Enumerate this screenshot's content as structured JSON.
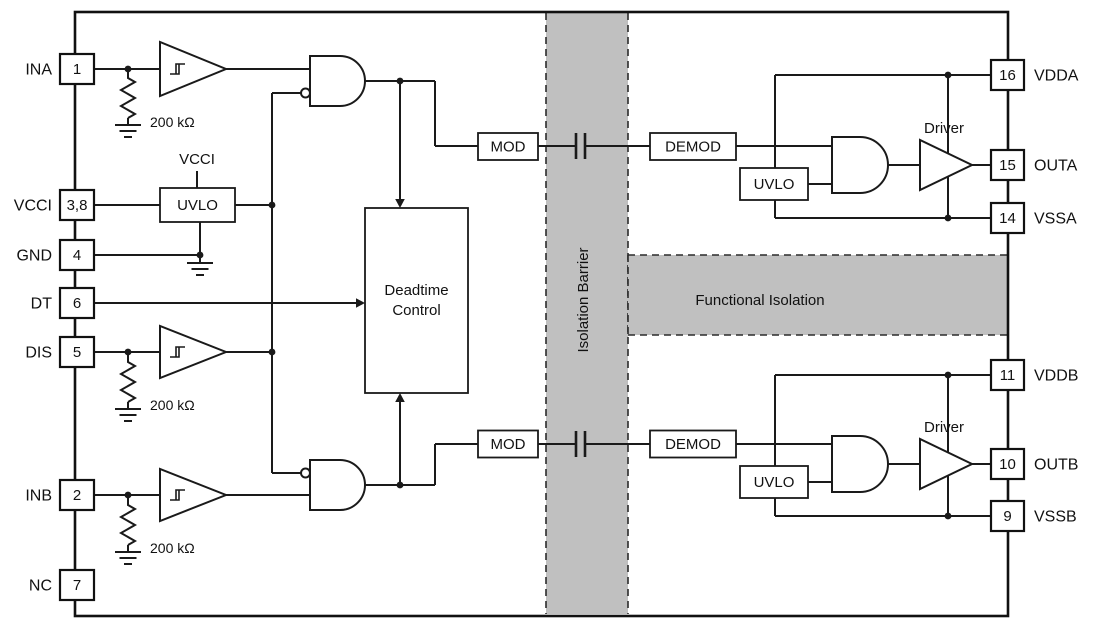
{
  "diagram": {
    "left_pins": [
      {
        "name": "INA",
        "number": "1"
      },
      {
        "name": "VCCI",
        "number": "3,8"
      },
      {
        "name": "GND",
        "number": "4"
      },
      {
        "name": "DT",
        "number": "6"
      },
      {
        "name": "DIS",
        "number": "5"
      },
      {
        "name": "INB",
        "number": "2"
      },
      {
        "name": "NC",
        "number": "7"
      }
    ],
    "right_pins": [
      {
        "number": "16",
        "name": "VDDA"
      },
      {
        "number": "15",
        "name": "OUTA"
      },
      {
        "number": "14",
        "name": "VSSA"
      },
      {
        "number": "11",
        "name": "VDDB"
      },
      {
        "number": "10",
        "name": "OUTB"
      },
      {
        "number": "9",
        "name": "VSSB"
      }
    ],
    "blocks": {
      "vcci_rail": "VCCI",
      "uvlo_primary": "UVLO",
      "deadtime_line1": "Deadtime",
      "deadtime_line2": "Control",
      "mod_a": "MOD",
      "mod_b": "MOD",
      "demod_a": "DEMOD",
      "demod_b": "DEMOD",
      "uvlo_a": "UVLO",
      "uvlo_b": "UVLO",
      "driver_a": "Driver",
      "driver_b": "Driver"
    },
    "labels": {
      "isolation_barrier": "Isolation Barrier",
      "functional_isolation": "Functional Isolation",
      "resistor_a": "200 kΩ",
      "resistor_dis": "200 kΩ",
      "resistor_b": "200 kΩ"
    },
    "colors": {
      "band_fill": "#c0c0c0",
      "line": "#1a1a1a",
      "background": "#ffffff"
    }
  }
}
